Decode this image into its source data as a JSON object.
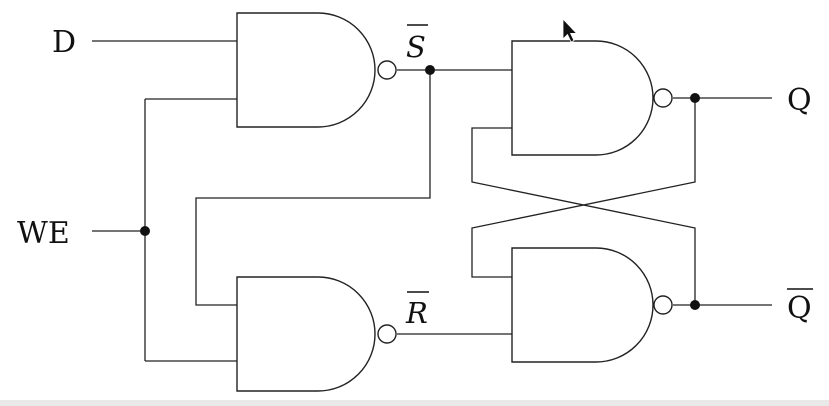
{
  "diagram": {
    "labels": {
      "d": "D",
      "we": "WE",
      "s_bar": "S",
      "r_bar": "R",
      "q": "Q",
      "q_bar": "Q"
    },
    "overbars": [
      "s_bar",
      "r_bar",
      "q_bar"
    ],
    "gates": [
      {
        "id": "nand-1",
        "type": "NAND"
      },
      {
        "id": "nand-2",
        "type": "NAND"
      },
      {
        "id": "nand-3",
        "type": "NAND"
      },
      {
        "id": "nand-4",
        "type": "NAND"
      }
    ]
  }
}
